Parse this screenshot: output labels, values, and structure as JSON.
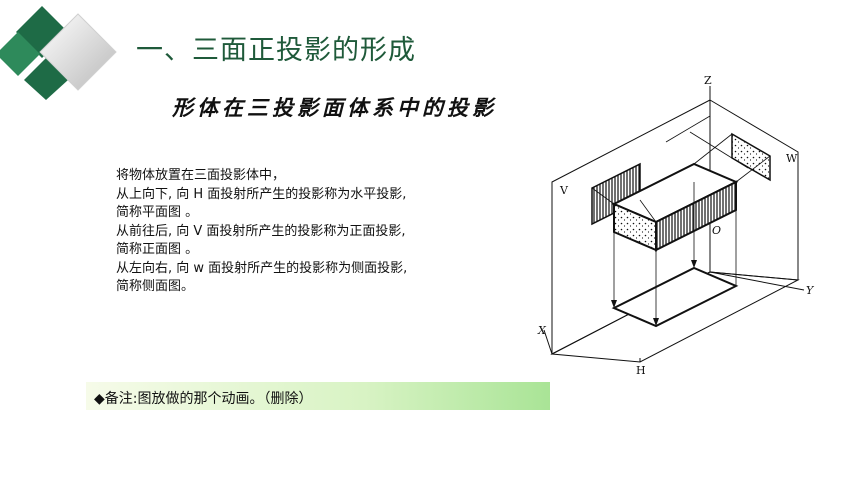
{
  "slide": {
    "title": "一、三面正投影的形成",
    "subtitle": "形体在三投影面体系中的投影",
    "body_lines": [
      "将物体放置在三面投影体中，",
      "从上向下, 向 H 面投射所产生的投影称为水平投影,",
      "简称平面图 。",
      "从前往后, 向 V 面投射所产生的投影称为正面投影,",
      "简称正面图 。",
      "从左向右, 向 w 面投射所产生的投影称为侧面投影,",
      "简称侧面图。"
    ],
    "note": "◆备注:图放做的那个动画。（删除）"
  },
  "diagram": {
    "labels": {
      "z": "Z",
      "v": "V",
      "w": "W",
      "o": "O",
      "y": "Y",
      "x": "X",
      "h": "H"
    }
  },
  "colors": {
    "title": "#1f5a3a",
    "logo_dark": "#1e6b46",
    "logo_light": "#c9c9c9",
    "note_gradient_end": "#a9e496"
  }
}
